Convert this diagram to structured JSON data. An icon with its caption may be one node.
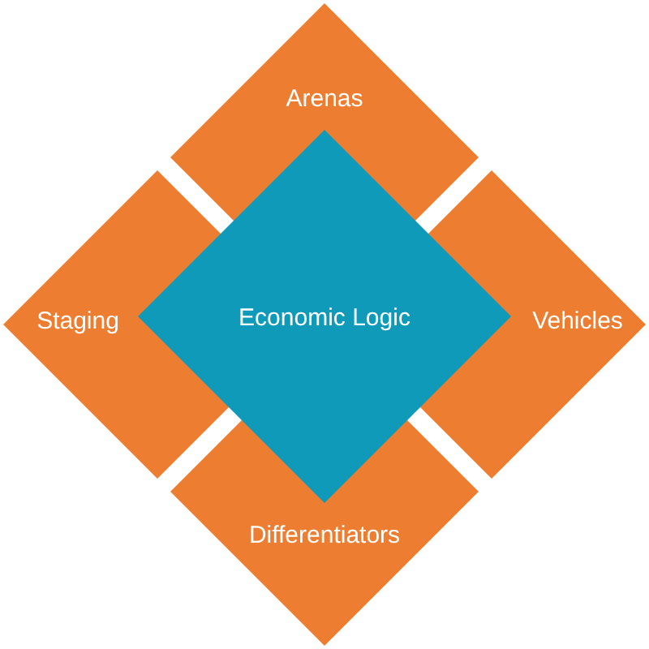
{
  "diagram": {
    "nodes": [
      {
        "text": [
          "Arenas"
        ]
      },
      {
        "text": [
          "Staging"
        ]
      },
      {
        "text": [
          "Economic Logic"
        ]
      },
      {
        "text": [
          "Vehicles"
        ]
      },
      {
        "text": [
          "Differentiators"
        ]
      }
    ]
  }
}
